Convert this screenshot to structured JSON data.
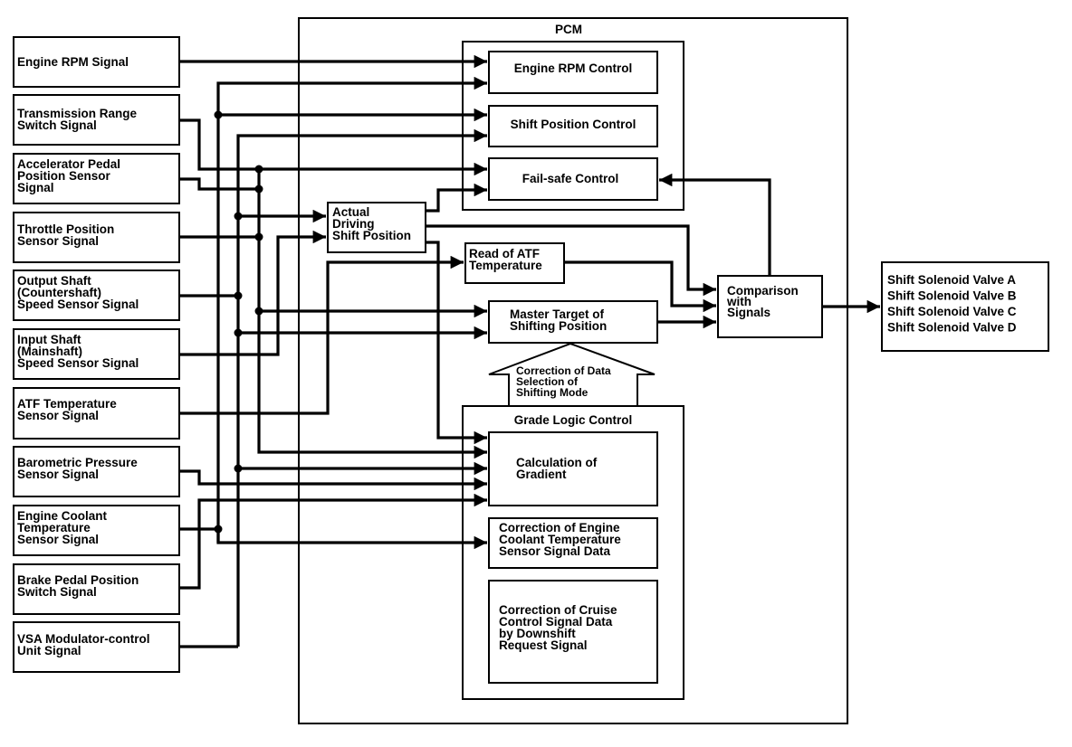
{
  "diagram": {
    "title": "PCM",
    "colors": {
      "line": "#000000",
      "background": "#ffffff"
    },
    "inputs": [
      {
        "id": "engine-rpm-signal",
        "lines": [
          "Engine RPM Signal"
        ]
      },
      {
        "id": "transmission-range-switch-signal",
        "lines": [
          "Transmission Range",
          "Switch Signal"
        ]
      },
      {
        "id": "accelerator-pedal-position-sensor-signal",
        "lines": [
          "Accelerator Pedal",
          "Position Sensor",
          "Signal"
        ]
      },
      {
        "id": "throttle-position-sensor-signal",
        "lines": [
          "Throttle Position",
          "Sensor Signal"
        ]
      },
      {
        "id": "output-shaft-speed-sensor-signal",
        "lines": [
          "Output Shaft",
          "(Countershaft)",
          "Speed Sensor Signal"
        ]
      },
      {
        "id": "input-shaft-speed-sensor-signal",
        "lines": [
          "Input Shaft",
          "(Mainshaft)",
          "Speed Sensor Signal"
        ]
      },
      {
        "id": "atf-temperature-sensor-signal",
        "lines": [
          "ATF Temperature",
          "Sensor Signal"
        ]
      },
      {
        "id": "barometric-pressure-sensor-signal",
        "lines": [
          "Barometric Pressure",
          "Sensor Signal"
        ]
      },
      {
        "id": "engine-coolant-temperature-sensor-signal",
        "lines": [
          "Engine Coolant",
          "Temperature",
          "Sensor Signal"
        ]
      },
      {
        "id": "brake-pedal-position-switch-signal",
        "lines": [
          "Brake Pedal Position",
          "Switch Signal"
        ]
      },
      {
        "id": "vsa-modulator-control-unit-signal",
        "lines": [
          "VSA Modulator-control",
          "Unit Signal"
        ]
      }
    ],
    "pcm_blocks": {
      "engine_rpm_control": [
        "Engine RPM Control"
      ],
      "shift_position_control": [
        "Shift Position Control"
      ],
      "fail_safe_control": [
        "Fail-safe Control"
      ],
      "actual_driving_shift_position": [
        "Actual",
        "Driving",
        "Shift Position"
      ],
      "read_of_atf_temperature": [
        "Read of ATF",
        "Temperature"
      ],
      "master_target_of_shifting_position": [
        "Master Target of",
        "Shifting Position"
      ],
      "comparison_with_signals": [
        "Comparison",
        "with",
        "Signals"
      ],
      "correction_arrow": [
        "Correction of Data",
        "Selection of",
        "Shifting Mode"
      ],
      "grade_logic_control": {
        "title": "Grade Logic Control",
        "calculation_of_gradient": [
          "Calculation of",
          "Gradient"
        ],
        "correction_engine_coolant": [
          "Correction of Engine",
          "Coolant Temperature",
          "Sensor Signal Data"
        ],
        "correction_cruise_control": [
          "Correction of Cruise",
          "Control Signal Data",
          "by Downshift",
          "Request Signal"
        ]
      }
    },
    "outputs": {
      "shift_solenoid_valves": [
        "Shift Solenoid Valve A",
        "Shift Solenoid Valve B",
        "Shift Solenoid Valve C",
        "Shift Solenoid Valve D"
      ]
    }
  }
}
